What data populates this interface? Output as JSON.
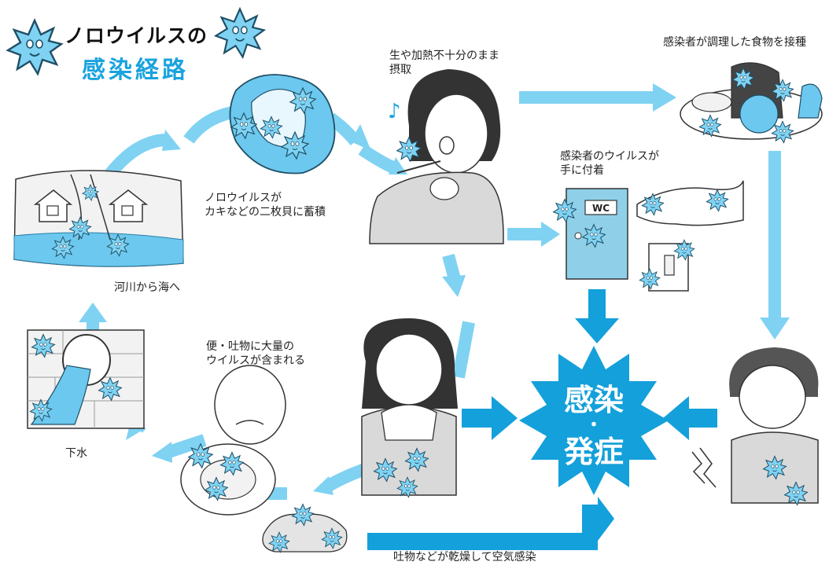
{
  "title": {
    "line1": "ノロウイルスの",
    "line2": "感染経路"
  },
  "labels": {
    "river": "河川から海へ",
    "oyster": [
      "ノロウイルスが",
      "カキなどの二枚貝に蓄積"
    ],
    "eating": [
      "生や加熱不十分のまま",
      "摂取"
    ],
    "food": "感染者が調理した食物を接種",
    "hands": [
      "感染者のウイルスが",
      "手に付着"
    ],
    "toilet": [
      "便・吐物に大量の",
      "ウイルスが含まれる"
    ],
    "sewer": "下水",
    "airborne": "吐物などが乾燥して空気感染"
  },
  "center": {
    "line1": "感染",
    "dot": "・",
    "line2": "発症"
  },
  "door_sign": "WC",
  "colors": {
    "arrow": "#7fd2f2",
    "dark_arrow": "#14a0da",
    "virus": "#7fd2f2",
    "burst": "#14a0da",
    "water": "#6cc8ee"
  }
}
